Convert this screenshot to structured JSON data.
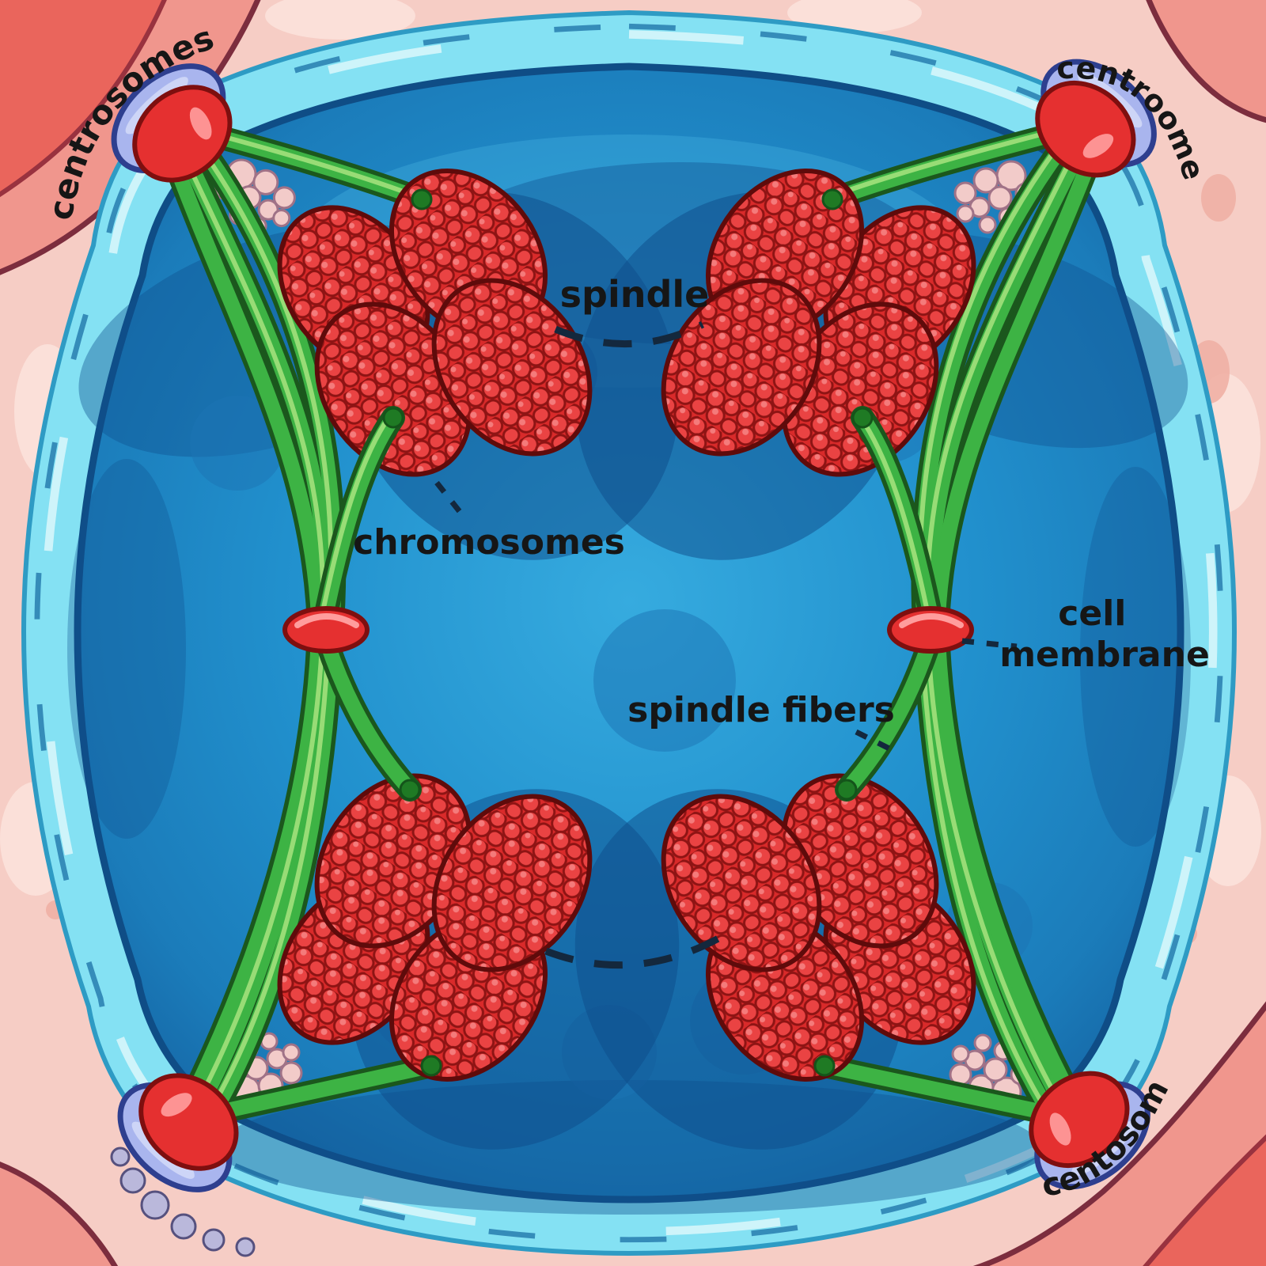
{
  "labels": {
    "centrosomes_top_left": "centrosomes",
    "centrosomes_top_right": "centroomes",
    "centrosomes_bottom_right": "centosoms",
    "spindle": "spindle",
    "chromosomes": "chromosomes",
    "cell_membrane_line1": "cell",
    "cell_membrane_line2": "membrane",
    "spindle_fibers": "spindle fibers"
  },
  "colors": {
    "background_pink": "#f6cdc5",
    "corner_salmon": "#f0968d",
    "corner_outline": "#7c2d3e",
    "membrane_cyan": "#84e1f3",
    "cell_blue_light": "#36abdf",
    "cell_blue_mid": "#2190cd",
    "cell_blue_deep": "#1565a4",
    "chromosome_red": "#d92a2a",
    "spindle_green": "#3db344",
    "centrosome_red": "#e53030",
    "centrosome_base": "#a9b5ee",
    "label_ink": "#161616",
    "leader_ink": "#14283d"
  }
}
